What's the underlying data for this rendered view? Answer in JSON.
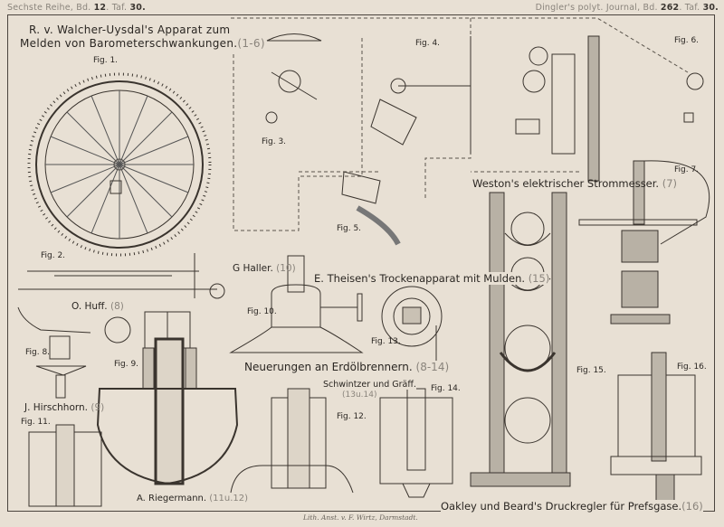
{
  "header": {
    "left_prefix": "Sechste Reihe, Bd.",
    "left_volume": "12",
    "left_plate_prefix": ". Taf.",
    "left_plate": "30.",
    "right_prefix": "Dingler's polyt. Journal, Bd.",
    "right_volume": "262",
    "right_plate_prefix": ". Taf.",
    "right_plate": "30."
  },
  "titles": {
    "walcher_line1": "R. v. Walcher-Uysdal's Apparat zum",
    "walcher_line2": "Melden von Barometerschwankungen.",
    "walcher_ref": "(1-6)",
    "weston": "Weston's elektrischer Strommesser.",
    "weston_ref": "(7)",
    "theisen": "E. Theisen's Trockenapparat mit Mulden.",
    "theisen_ref": "(15)",
    "haller": "G Haller.",
    "haller_ref": "(10)",
    "huff": "O. Huff.",
    "huff_ref": "(8)",
    "hirschhorn": "J. Hirschhorn.",
    "hirschhorn_ref": "(9)",
    "erdoel": "Neuerungen an Erdölbrennern.",
    "erdoel_ref": "(8-14)",
    "schwintzer": "Schwintzer und Gräff.",
    "schwintzer_ref": "(13u.14)",
    "riegermann": "A. Riegermann.",
    "riegermann_ref": "(11u.12)",
    "oakley": "Oakley und Beard's Druckregler für Prefsgase.",
    "oakley_ref": "(16)"
  },
  "figures": [
    "Fig. 1.",
    "Fig. 2.",
    "Fig. 3.",
    "Fig. 4.",
    "Fig. 5.",
    "Fig. 6.",
    "Fig. 7.",
    "Fig. 8.",
    "Fig. 9.",
    "Fig. 10.",
    "Fig. 11.",
    "Fig. 12.",
    "Fig. 13.",
    "Fig. 14.",
    "Fig. 15.",
    "Fig. 16."
  ],
  "credit": "Lith. Anst. v. F. Wirtz, Darmstadt."
}
